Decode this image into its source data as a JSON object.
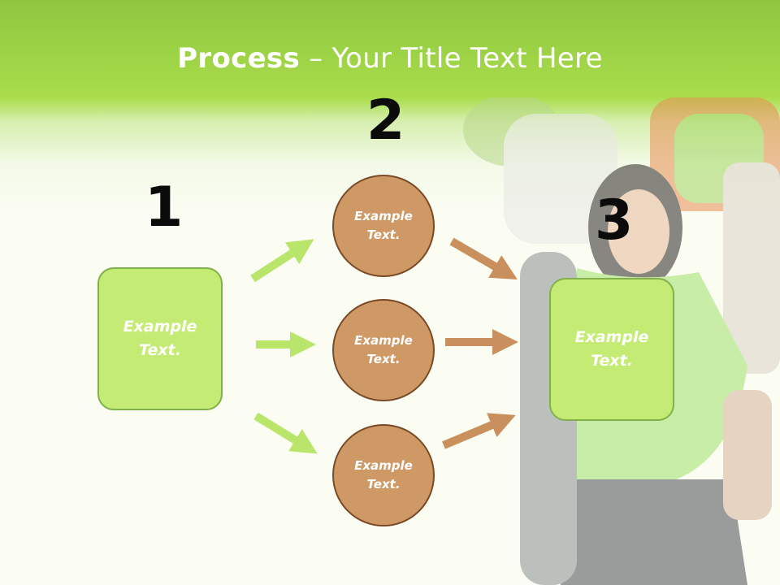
{
  "title": {
    "bold": "Process",
    "separator": "–",
    "rest": "Your Title Text Here"
  },
  "steps": [
    {
      "number": "1",
      "text": "Example\nText."
    },
    {
      "number": "2",
      "text": "Example\nText."
    },
    {
      "number": "3",
      "text": "Example\nText."
    }
  ],
  "middle_nodes": [
    {
      "text": "Example\nText."
    },
    {
      "text": "Example\nText."
    },
    {
      "text": "Example\nText."
    }
  ],
  "colors": {
    "header_green": "#8ec63f",
    "box_fill": "#c4eb73",
    "box_border": "#82b04b",
    "circle_fill": "#cf9966",
    "circle_border": "#7a4a26",
    "green_arrow": "#b9e56a",
    "brown_arrow": "#c98f5c"
  }
}
